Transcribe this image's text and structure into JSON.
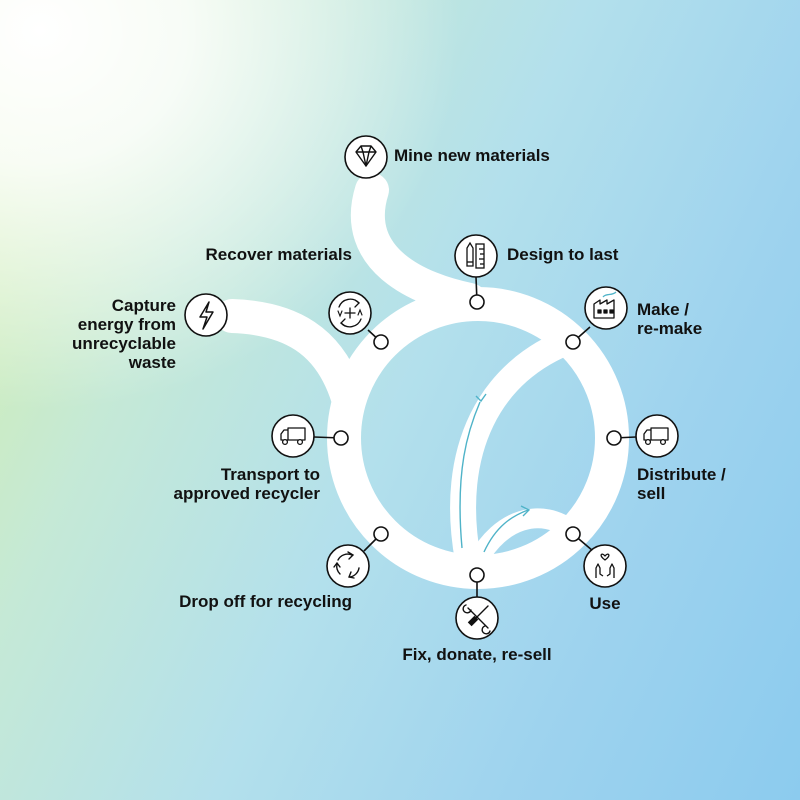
{
  "stages": {
    "mine": {
      "label": "Mine new materials",
      "icon": "diamond-icon"
    },
    "design": {
      "label": "Design to last",
      "icon": "ruler-pencil-icon"
    },
    "make": {
      "line1": "Make /",
      "line2": "re-make",
      "icon": "factory-icon"
    },
    "distribute": {
      "line1": "Distribute /",
      "line2": "sell",
      "icon": "delivery-truck-icon"
    },
    "use": {
      "label": "Use",
      "icon": "hands-heart-icon"
    },
    "fix": {
      "label": "Fix, donate, re-sell",
      "icon": "wrench-screwdriver-icon"
    },
    "dropoff": {
      "label": "Drop off for recycling",
      "icon": "recycle-arrows-icon"
    },
    "transport": {
      "line1": "Transport to",
      "line2": "approved recycler",
      "icon": "delivery-truck-icon"
    },
    "capture": {
      "line1": "Capture",
      "line2": "energy from",
      "line3": "unrecyclable",
      "line4": "waste",
      "icon": "lightning-bolt-icon"
    },
    "recover": {
      "label": "Recover materials",
      "icon": "recover-cycle-icon"
    }
  },
  "colors": {
    "path": "#ffffff",
    "ink": "#111111",
    "arrow_accent": "#4fb3c8",
    "bg_green": "#d6f0a8",
    "bg_blue": "#8ccbee"
  }
}
